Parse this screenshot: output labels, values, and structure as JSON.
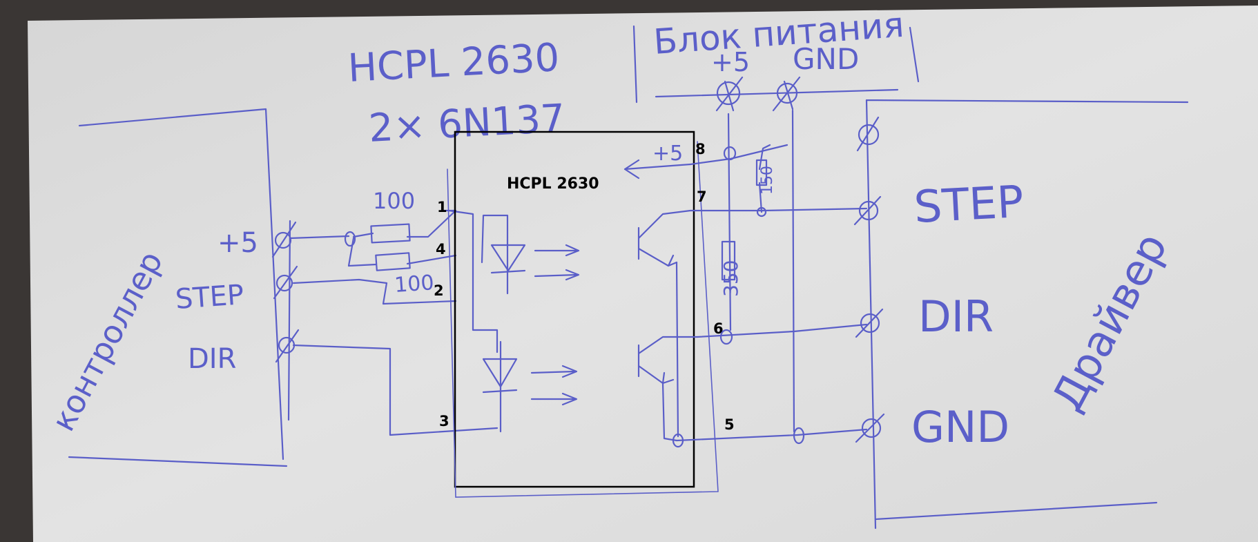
{
  "header": {
    "chip_line1": "HCPL 2630",
    "chip_line2": "2× 6N137",
    "psu_label": "Блок питания",
    "psu_plus": "+5",
    "psu_gnd": "GND"
  },
  "controller": {
    "label": "контроллер",
    "terminals": [
      "+5",
      "STEP",
      "DIR"
    ]
  },
  "resistors": {
    "r1": "100",
    "r2": "100",
    "r_pullup_top": "150",
    "r_pullup_mid": "350"
  },
  "ic": {
    "label": "HCPL 2630",
    "vcc_label": "+5",
    "pins": [
      "1",
      "4",
      "2",
      "3",
      "8",
      "7",
      "6",
      "5"
    ]
  },
  "driver": {
    "label": "Драйвер",
    "terminals": [
      "STEP",
      "DIR",
      "GND"
    ]
  },
  "colors": {
    "paper": "#dedede",
    "ink": "#5a5ec8",
    "box": "#000000",
    "background": "#3a3634"
  }
}
